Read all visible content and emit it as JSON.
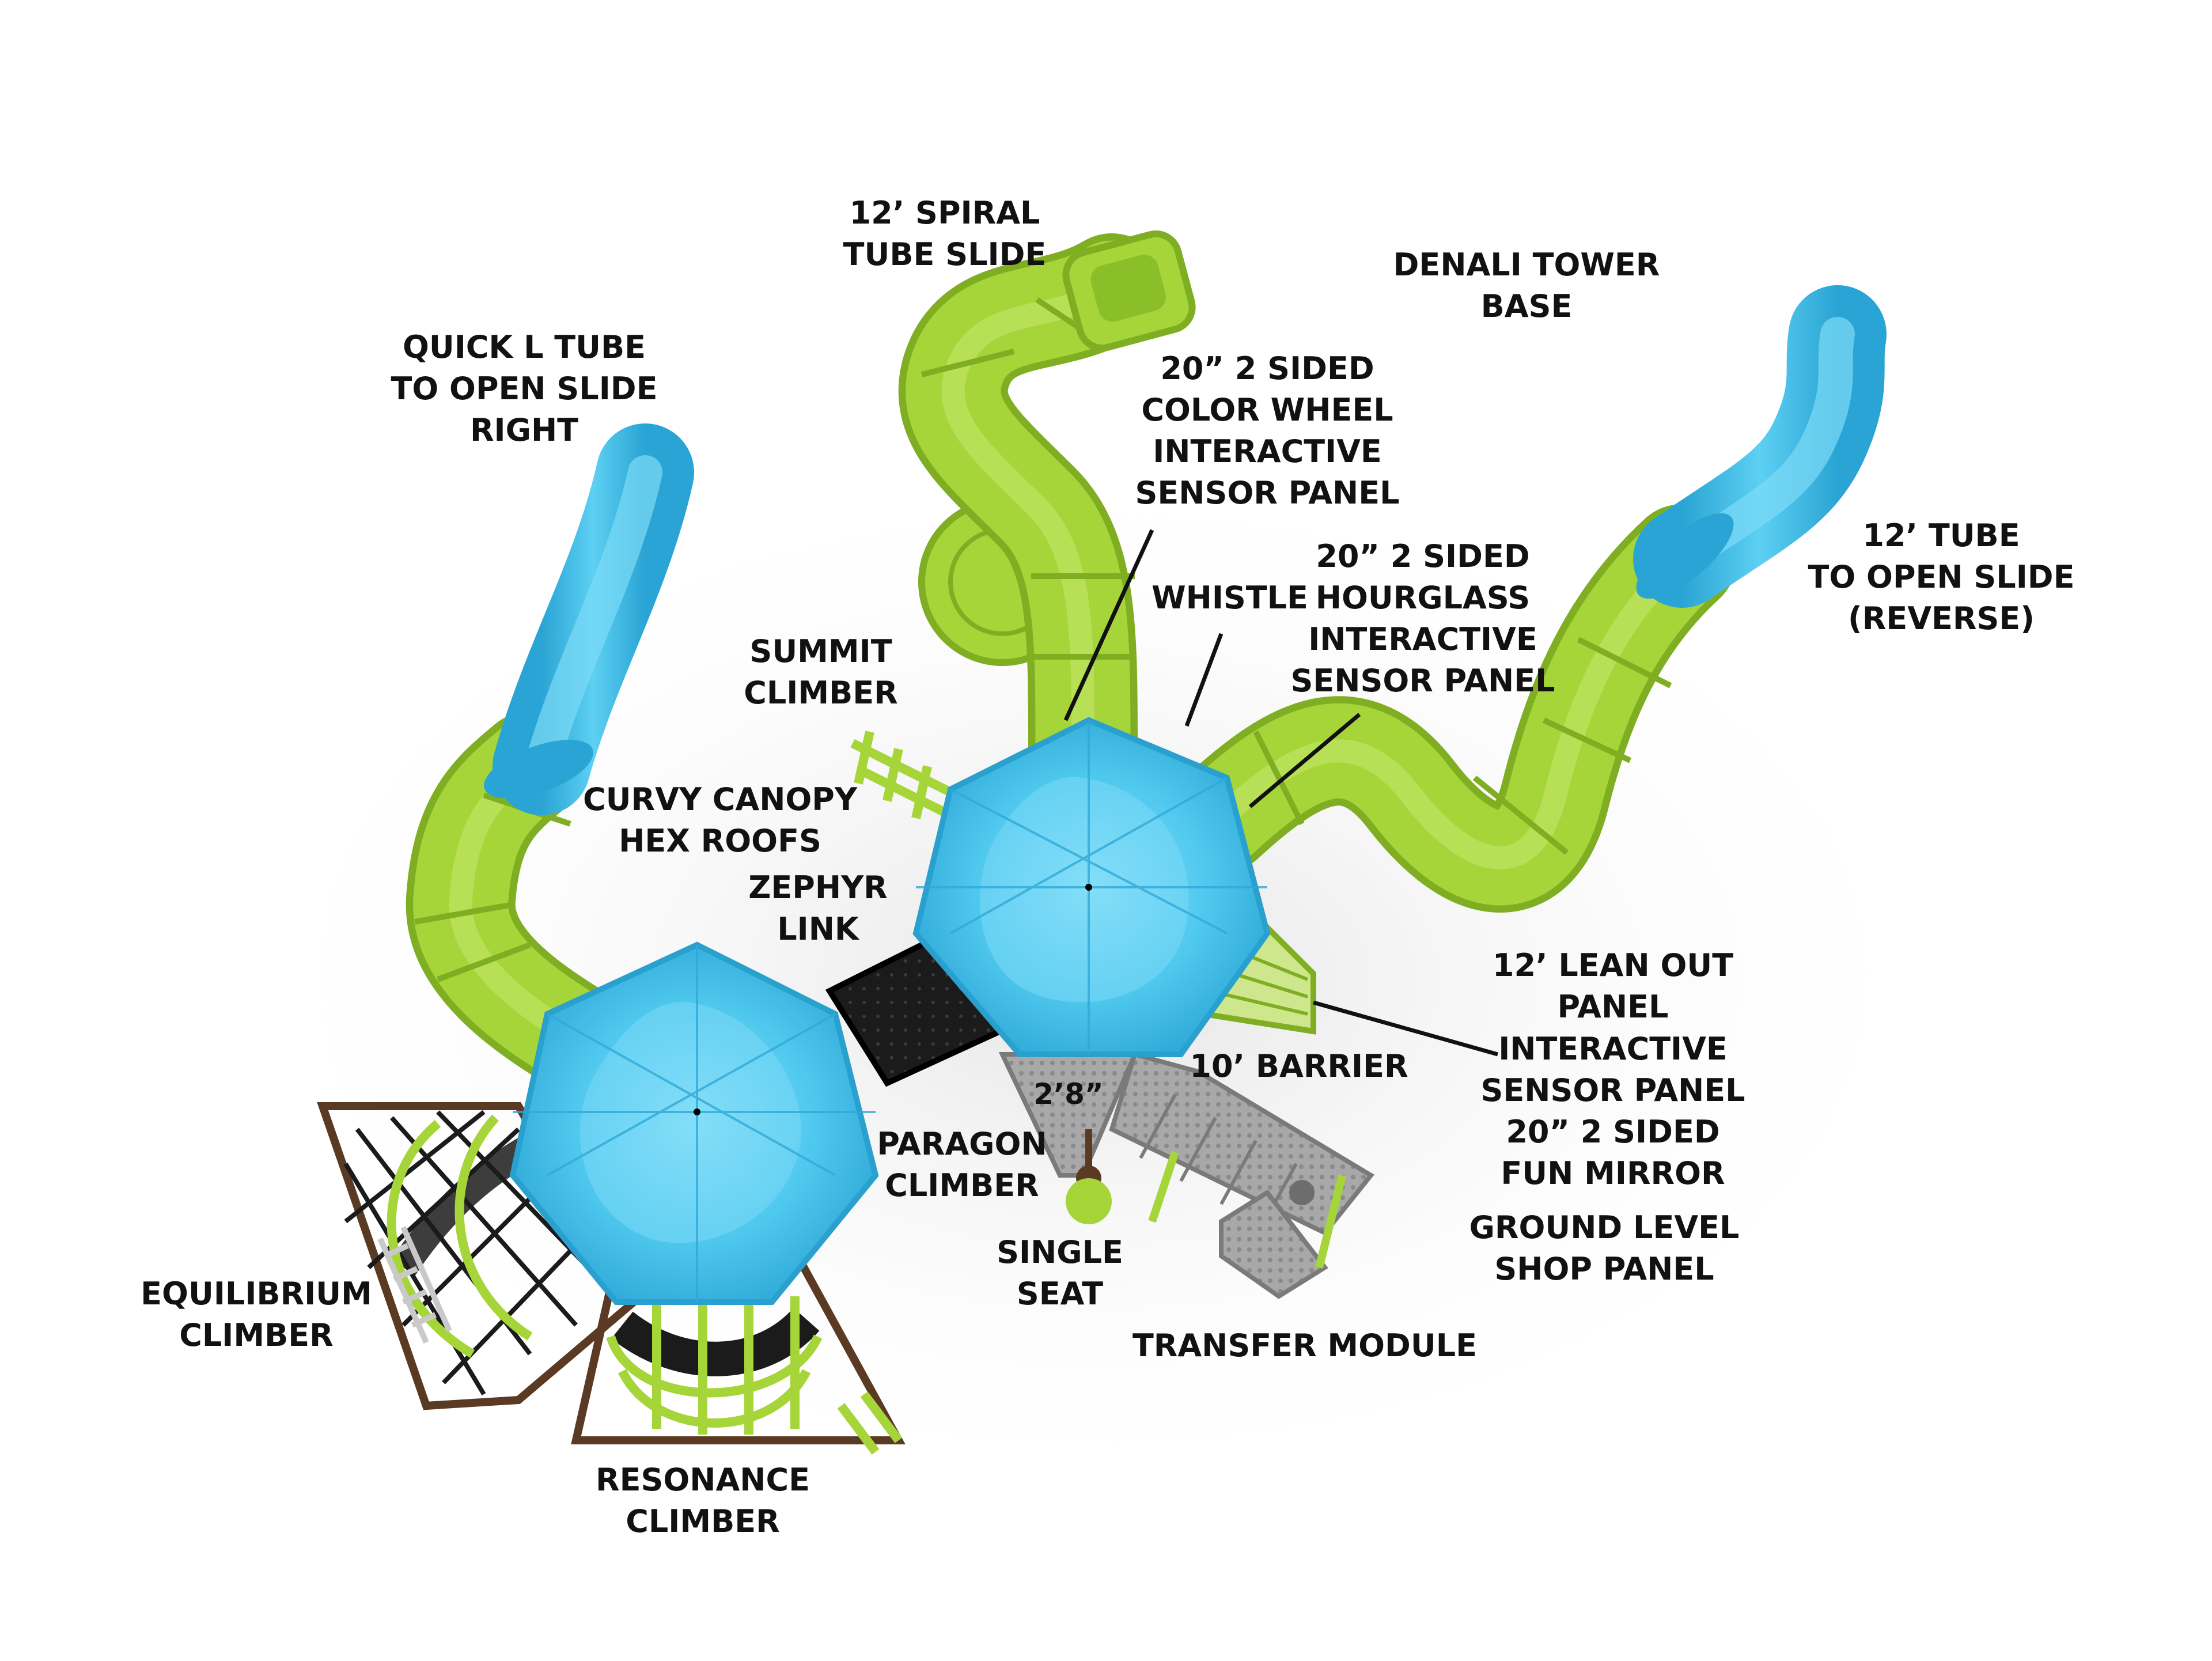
{
  "colors": {
    "tube_green": "#a6d53a",
    "tube_green_dark": "#7fae22",
    "slide_blue": "#3fbde6",
    "roof_blue": "#47c3ec",
    "roof_light": "#7ad9f6",
    "deck_black": "#1b1b1b",
    "steel_gray": "#a9a9a9",
    "frame_brown": "#5a3a22",
    "label_black": "#111111"
  },
  "labels": {
    "spiral_slide": [
      "12’ SPIRAL",
      "TUBE SLIDE"
    ],
    "denali_base": [
      "DENALI TOWER",
      "BASE"
    ],
    "color_wheel": [
      "20” 2 SIDED",
      "COLOR WHEEL",
      "INTERACTIVE",
      "SENSOR PANEL"
    ],
    "quick_l_tube": [
      "QUICK L TUBE",
      "TO OPEN SLIDE",
      "RIGHT"
    ],
    "tube_open_slide": [
      "12’ TUBE",
      "TO OPEN SLIDE",
      "(REVERSE)"
    ],
    "hourglass": [
      "20” 2 SIDED",
      "HOURGLASS",
      "INTERACTIVE",
      "SENSOR PANEL"
    ],
    "whistle": [
      "WHISTLE"
    ],
    "summit_climber": [
      "SUMMIT",
      "CLIMBER"
    ],
    "curvy_canopy": [
      "CURVY CANOPY",
      "HEX ROOFS"
    ],
    "zephyr_link": [
      "ZEPHYR",
      "LINK"
    ],
    "lean_out": [
      "12’ LEAN OUT",
      "PANEL"
    ],
    "barrier": [
      "10’ BARRIER"
    ],
    "fun_mirror": [
      "INTERACTIVE",
      "SENSOR PANEL",
      "20” 2 SIDED",
      "FUN MIRROR"
    ],
    "shop_panel": [
      "GROUND LEVEL",
      "SHOP PANEL"
    ],
    "paragon": [
      "PARAGON",
      "CLIMBER"
    ],
    "single_seat": [
      "SINGLE",
      "SEAT"
    ],
    "transfer_module": [
      "TRANSFER MODULE"
    ],
    "equilibrium": [
      "EQUILIBRIUM",
      "CLIMBER"
    ],
    "resonance": [
      "RESONANCE",
      "CLIMBER"
    ],
    "dimension": "2’8”"
  }
}
